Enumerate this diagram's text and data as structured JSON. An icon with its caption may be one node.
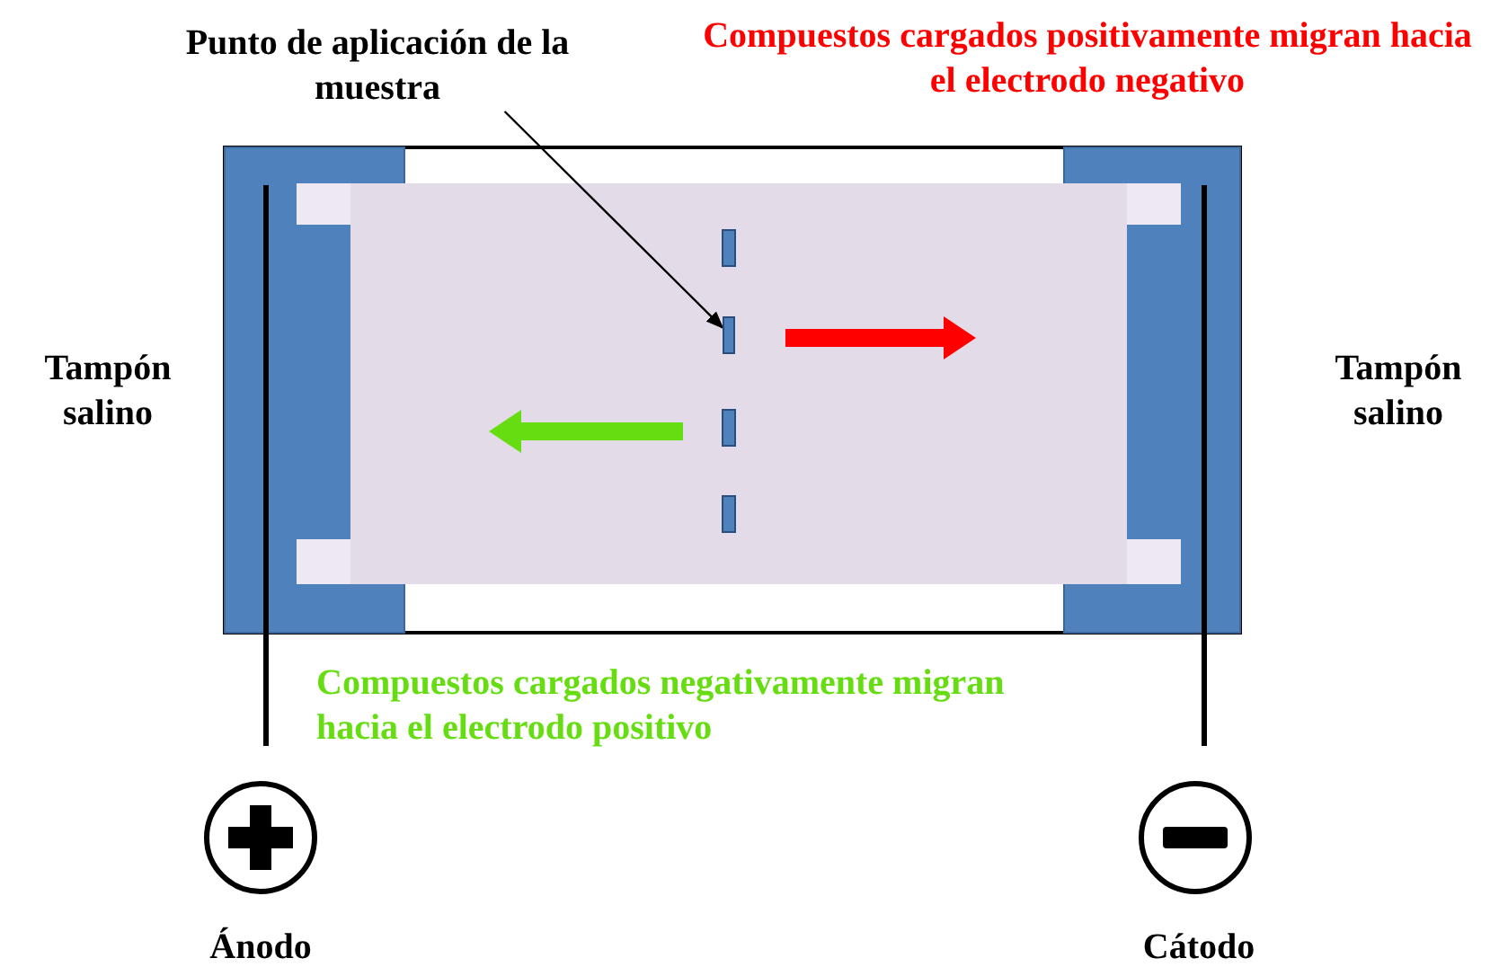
{
  "diagram": {
    "nodes": [
      {
        "text": [
          "Punto de aplicación de la muestra"
        ]
      },
      {
        "text": [],
        "shape": "bar"
      }
    ],
    "edges": [
      {
        "from": 0,
        "to": 1,
        "arrow": "to"
      }
    ],
    "labels": [
      "Compuestos cargados positivamente migran hacia el electrodo negativo",
      "Tampón salino",
      "Tampón salino",
      "Compuestos cargados negativamente migran hacia el electrodo positivo",
      "Ánodo",
      "Cátodo"
    ]
  }
}
